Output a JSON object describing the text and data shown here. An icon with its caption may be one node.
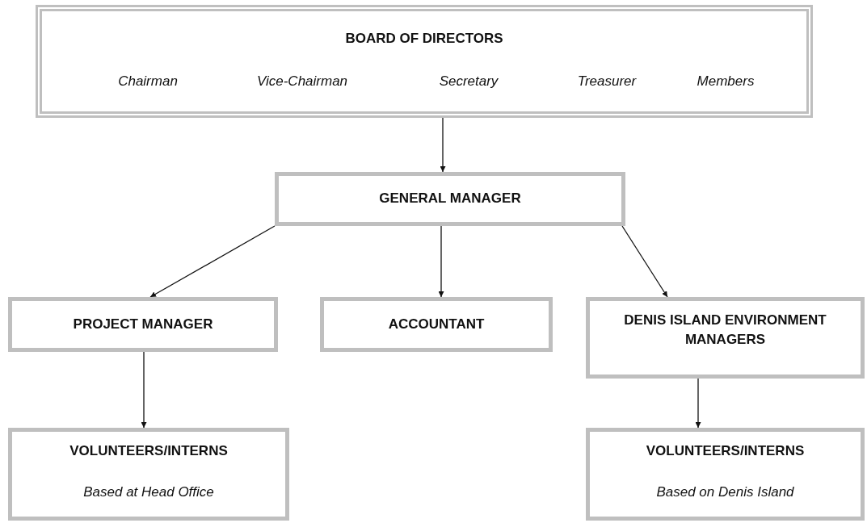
{
  "diagram": {
    "nodes": [
      {
        "text": [
          "BOARD OF DIRECTORS",
          "Chairman",
          "Vice-Chairman",
          "Secretary",
          "Treasurer",
          "Members"
        ]
      },
      {
        "text": [
          "GENERAL MANAGER"
        ]
      },
      {
        "text": [
          "PROJECT MANAGER"
        ]
      },
      {
        "text": [
          "ACCOUNTANT"
        ]
      },
      {
        "text": [
          "DENIS ISLAND ENVIRONMENT MANAGERS"
        ]
      },
      {
        "text": [
          "VOLUNTEERS/INTERNS",
          "Based at Head Office"
        ]
      },
      {
        "text": [
          "VOLUNTEERS/INTERNS",
          "Based on Denis Island"
        ]
      }
    ],
    "edges": [
      {
        "from": 0,
        "to": 1,
        "arrow": "to"
      },
      {
        "from": 1,
        "to": 2,
        "arrow": "to"
      },
      {
        "from": 1,
        "to": 3,
        "arrow": "to"
      },
      {
        "from": 1,
        "to": 4,
        "arrow": "to"
      },
      {
        "from": 2,
        "to": 5,
        "arrow": "to"
      },
      {
        "from": 4,
        "to": 6,
        "arrow": "to"
      }
    ]
  }
}
